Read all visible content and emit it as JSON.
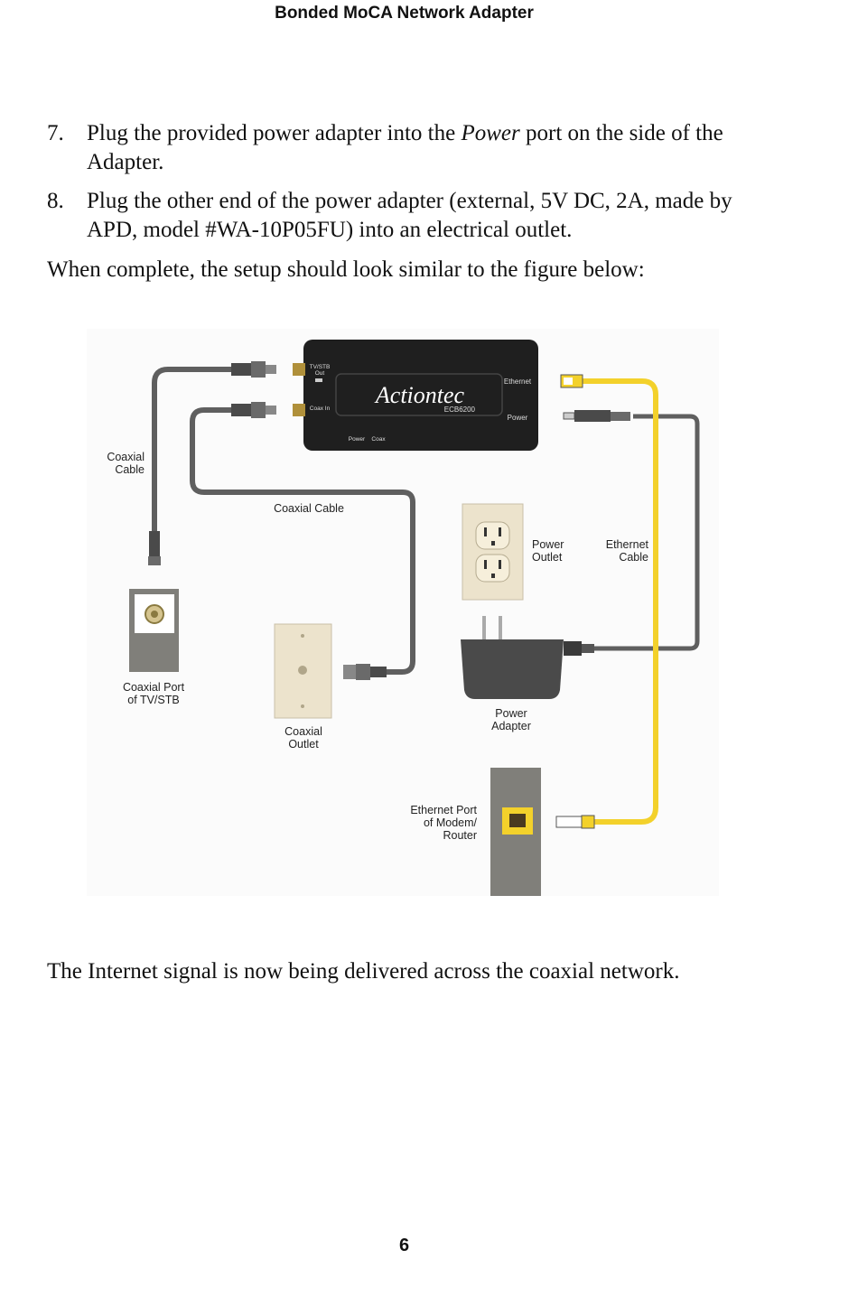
{
  "header": {
    "title": "Bonded MoCA Network Adapter"
  },
  "steps": [
    {
      "num": "7.",
      "before": "Plug the provided power adapter into the ",
      "em": "Power",
      "after": " port on the side of the Adapter."
    },
    {
      "num": "8.",
      "text": "Plug the other end of the power adapter (external, 5V DC, 2A, made by APD, model #WA-10P05FU) into an electrical outlet."
    }
  ],
  "intro": "When complete, the setup should look similar to the figure below:",
  "figure": {
    "device": {
      "brand": "Actiontec",
      "model": "ECB6200",
      "tv_stb_out_1": "TV/STB",
      "tv_stb_out_2": "Out",
      "coax_in": "Coax In",
      "ethernet": "Ethernet",
      "power": "Power",
      "led_power": "Power",
      "led_coax": "Coax"
    },
    "labels": {
      "coaxial_cable_left_1": "Coaxial",
      "coaxial_cable_left_2": "Cable",
      "coaxial_cable_mid": "Coaxial Cable",
      "power_outlet_1": "Power",
      "power_outlet_2": "Outlet",
      "ethernet_cable_1": "Ethernet",
      "ethernet_cable_2": "Cable",
      "coax_port_1": "Coaxial Port",
      "coax_port_2": "of TV/STB",
      "coax_outlet_1": "Coaxial",
      "coax_outlet_2": "Outlet",
      "power_adapter_1": "Power",
      "power_adapter_2": "Adapter",
      "eth_port_1": "Ethernet Port",
      "eth_port_2": "of Modem/",
      "eth_port_3": "Router"
    },
    "colors": {
      "coax_cable": "#5f5f5f",
      "ethernet_cable": "#f3d12b",
      "device": "#1f1f1f"
    }
  },
  "conclusion": "The Internet signal is now being delivered across the coaxial network.",
  "page_number": "6"
}
